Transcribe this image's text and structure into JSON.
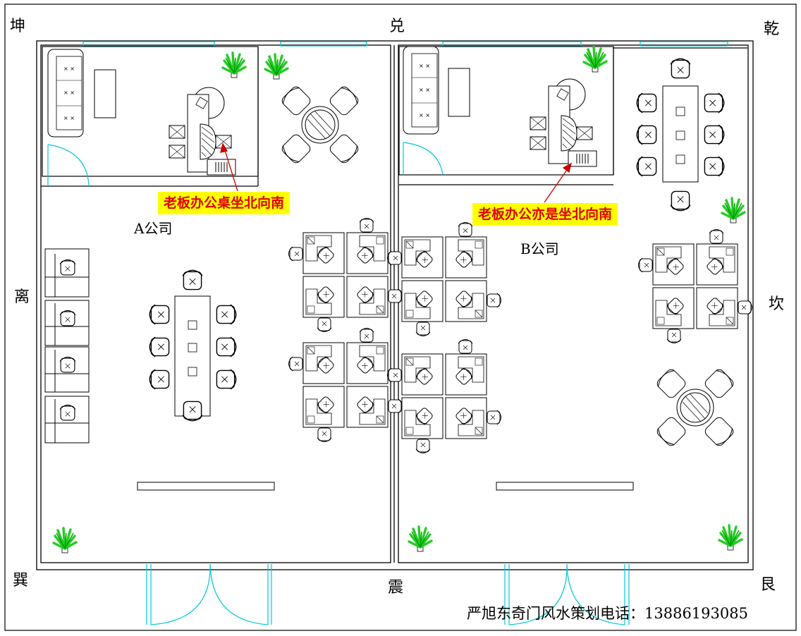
{
  "directions": {
    "kun": "坤",
    "dui": "兑",
    "qian": "乾",
    "li": "离",
    "kan": "坎",
    "xun": "巽",
    "zhen": "震",
    "gen": "艮"
  },
  "companies": {
    "a": "A公司",
    "b": "B公司"
  },
  "callouts": {
    "a": "老板办公桌坐北向南",
    "b": "老板办公亦是坐北向南"
  },
  "contact": "严旭东奇门风水策划电话：13886193085",
  "colors": {
    "wall": "#000000",
    "window": "#00c8d8",
    "door": "#00c8d8",
    "plant": "#22cc22",
    "callout_bg": "#ffff00",
    "callout_text": "#e00000",
    "arrow": "#cc0000"
  },
  "icons": [
    "plant-icon",
    "chair-icon",
    "sofa-icon",
    "desk-icon",
    "workstation-icon",
    "round-table-icon",
    "arrow-icon"
  ]
}
